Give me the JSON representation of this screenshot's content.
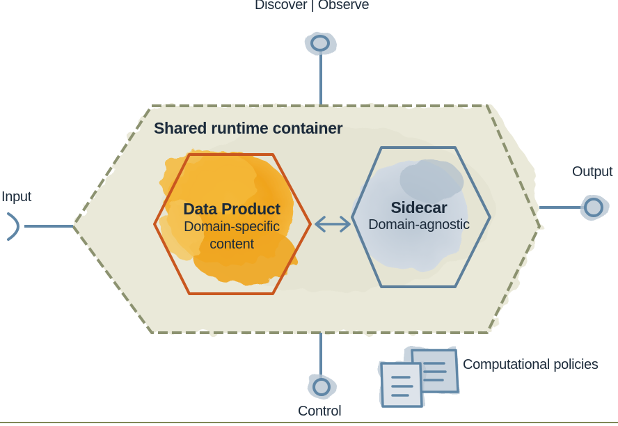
{
  "labels": {
    "discover_observe": "Discover | Observe",
    "container_title": "Shared runtime container",
    "input": "Input",
    "output": "Output",
    "control": "Control",
    "computational_policies": "Computational policies"
  },
  "data_product": {
    "title": "Data Product",
    "subtitle_line1": "Domain-specific",
    "subtitle_line2": "content"
  },
  "sidecar": {
    "title": "Sidecar",
    "subtitle": "Domain-agnostic"
  },
  "colors": {
    "container_fill": "#e9e8d8",
    "container_border": "#8c9270",
    "data_product_fill": "#f0a81c",
    "data_product_border": "#c9571f",
    "sidecar_fill": "#c9d3dc",
    "sidecar_border": "#5d7f9b",
    "connector": "#5f86a6",
    "text": "#1b2a3a"
  }
}
